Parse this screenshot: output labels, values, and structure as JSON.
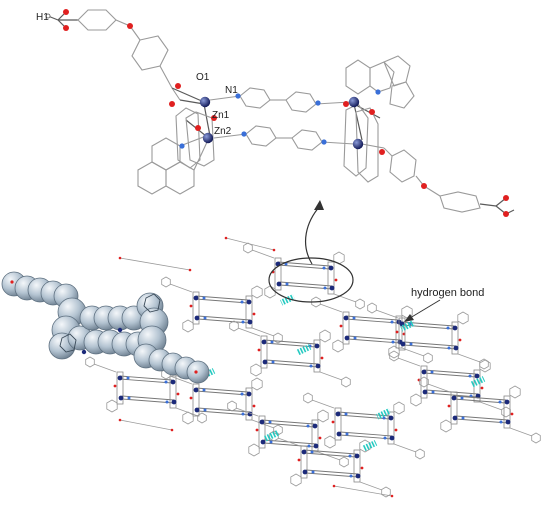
{
  "top_structure": {
    "labels": {
      "h1": "H1",
      "o1": "O1",
      "n1": "N1",
      "zn1": "Zn1",
      "zn2": "Zn2"
    }
  },
  "network": {
    "hbond_label": "hydrogen bond"
  },
  "colors": {
    "zinc": "#1c2a7a",
    "nitrogen": "#3a6fd8",
    "oxygen": "#e02020",
    "hbond": "#21c9c0",
    "spacefill": "#a9bac9",
    "bond": "#9a9a9a"
  }
}
